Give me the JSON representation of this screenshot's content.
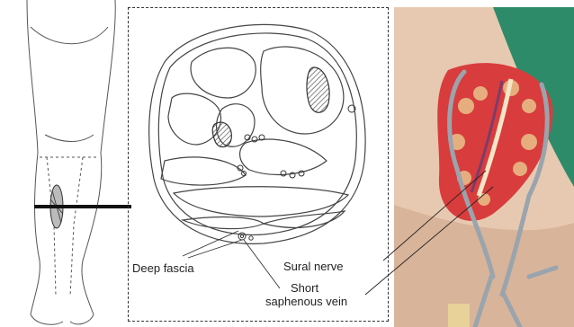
{
  "labels": {
    "deep_fascia": "Deep fascia",
    "sural_nerve": "Sural nerve",
    "short_saphenous_line1": "Short",
    "short_saphenous_line2": "saphenous vein"
  },
  "colors": {
    "line": "#333333",
    "hatch": "#777777",
    "drape_green": "#2e8b6a",
    "tissue_red": "#d93c3c",
    "fat_yellow": "#e9c38a",
    "metal": "#9aa4ad",
    "skin": "#e7c9b1"
  }
}
